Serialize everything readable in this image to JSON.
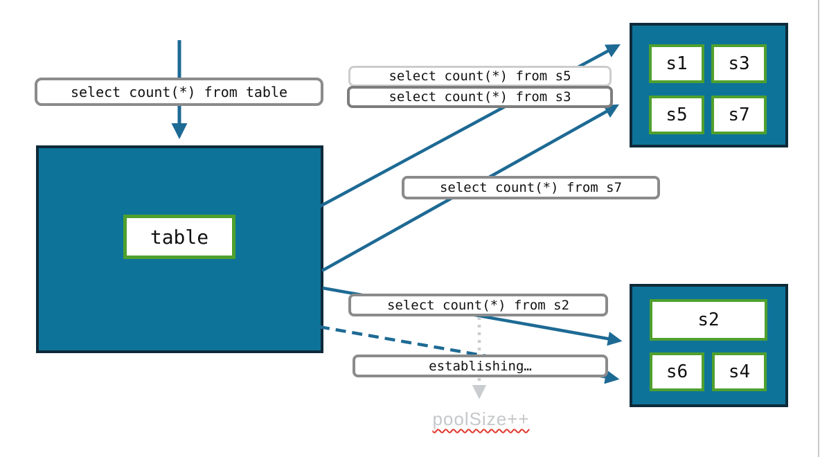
{
  "diagram": {
    "title_hint": "query fan-out from table to shards with connection pool growth",
    "colors": {
      "teal_fill": "#0e7398",
      "dark_border": "#0e2a3a",
      "green_border": "#4fa02e",
      "arrow": "#1d6a94",
      "label_border": "#8b8b8b",
      "label_border_light": "#cccccc",
      "muted_gray": "#c5c7c9",
      "squiggle_red": "#e0382e"
    },
    "table_box": {
      "label": "table"
    },
    "shards": {
      "top": [
        "s1",
        "s3",
        "s5",
        "s7"
      ],
      "bottom": [
        "s2",
        "s6",
        "s4"
      ]
    },
    "query_labels": {
      "from_table": "select count(*) from table",
      "from_s5": "select count(*) from s5",
      "from_s3": "select count(*) from s3",
      "from_s7": "select count(*) from s7",
      "from_s2": "select count(*) from s2",
      "establishing": "establishing…",
      "pool_size": "poolSize++"
    }
  }
}
